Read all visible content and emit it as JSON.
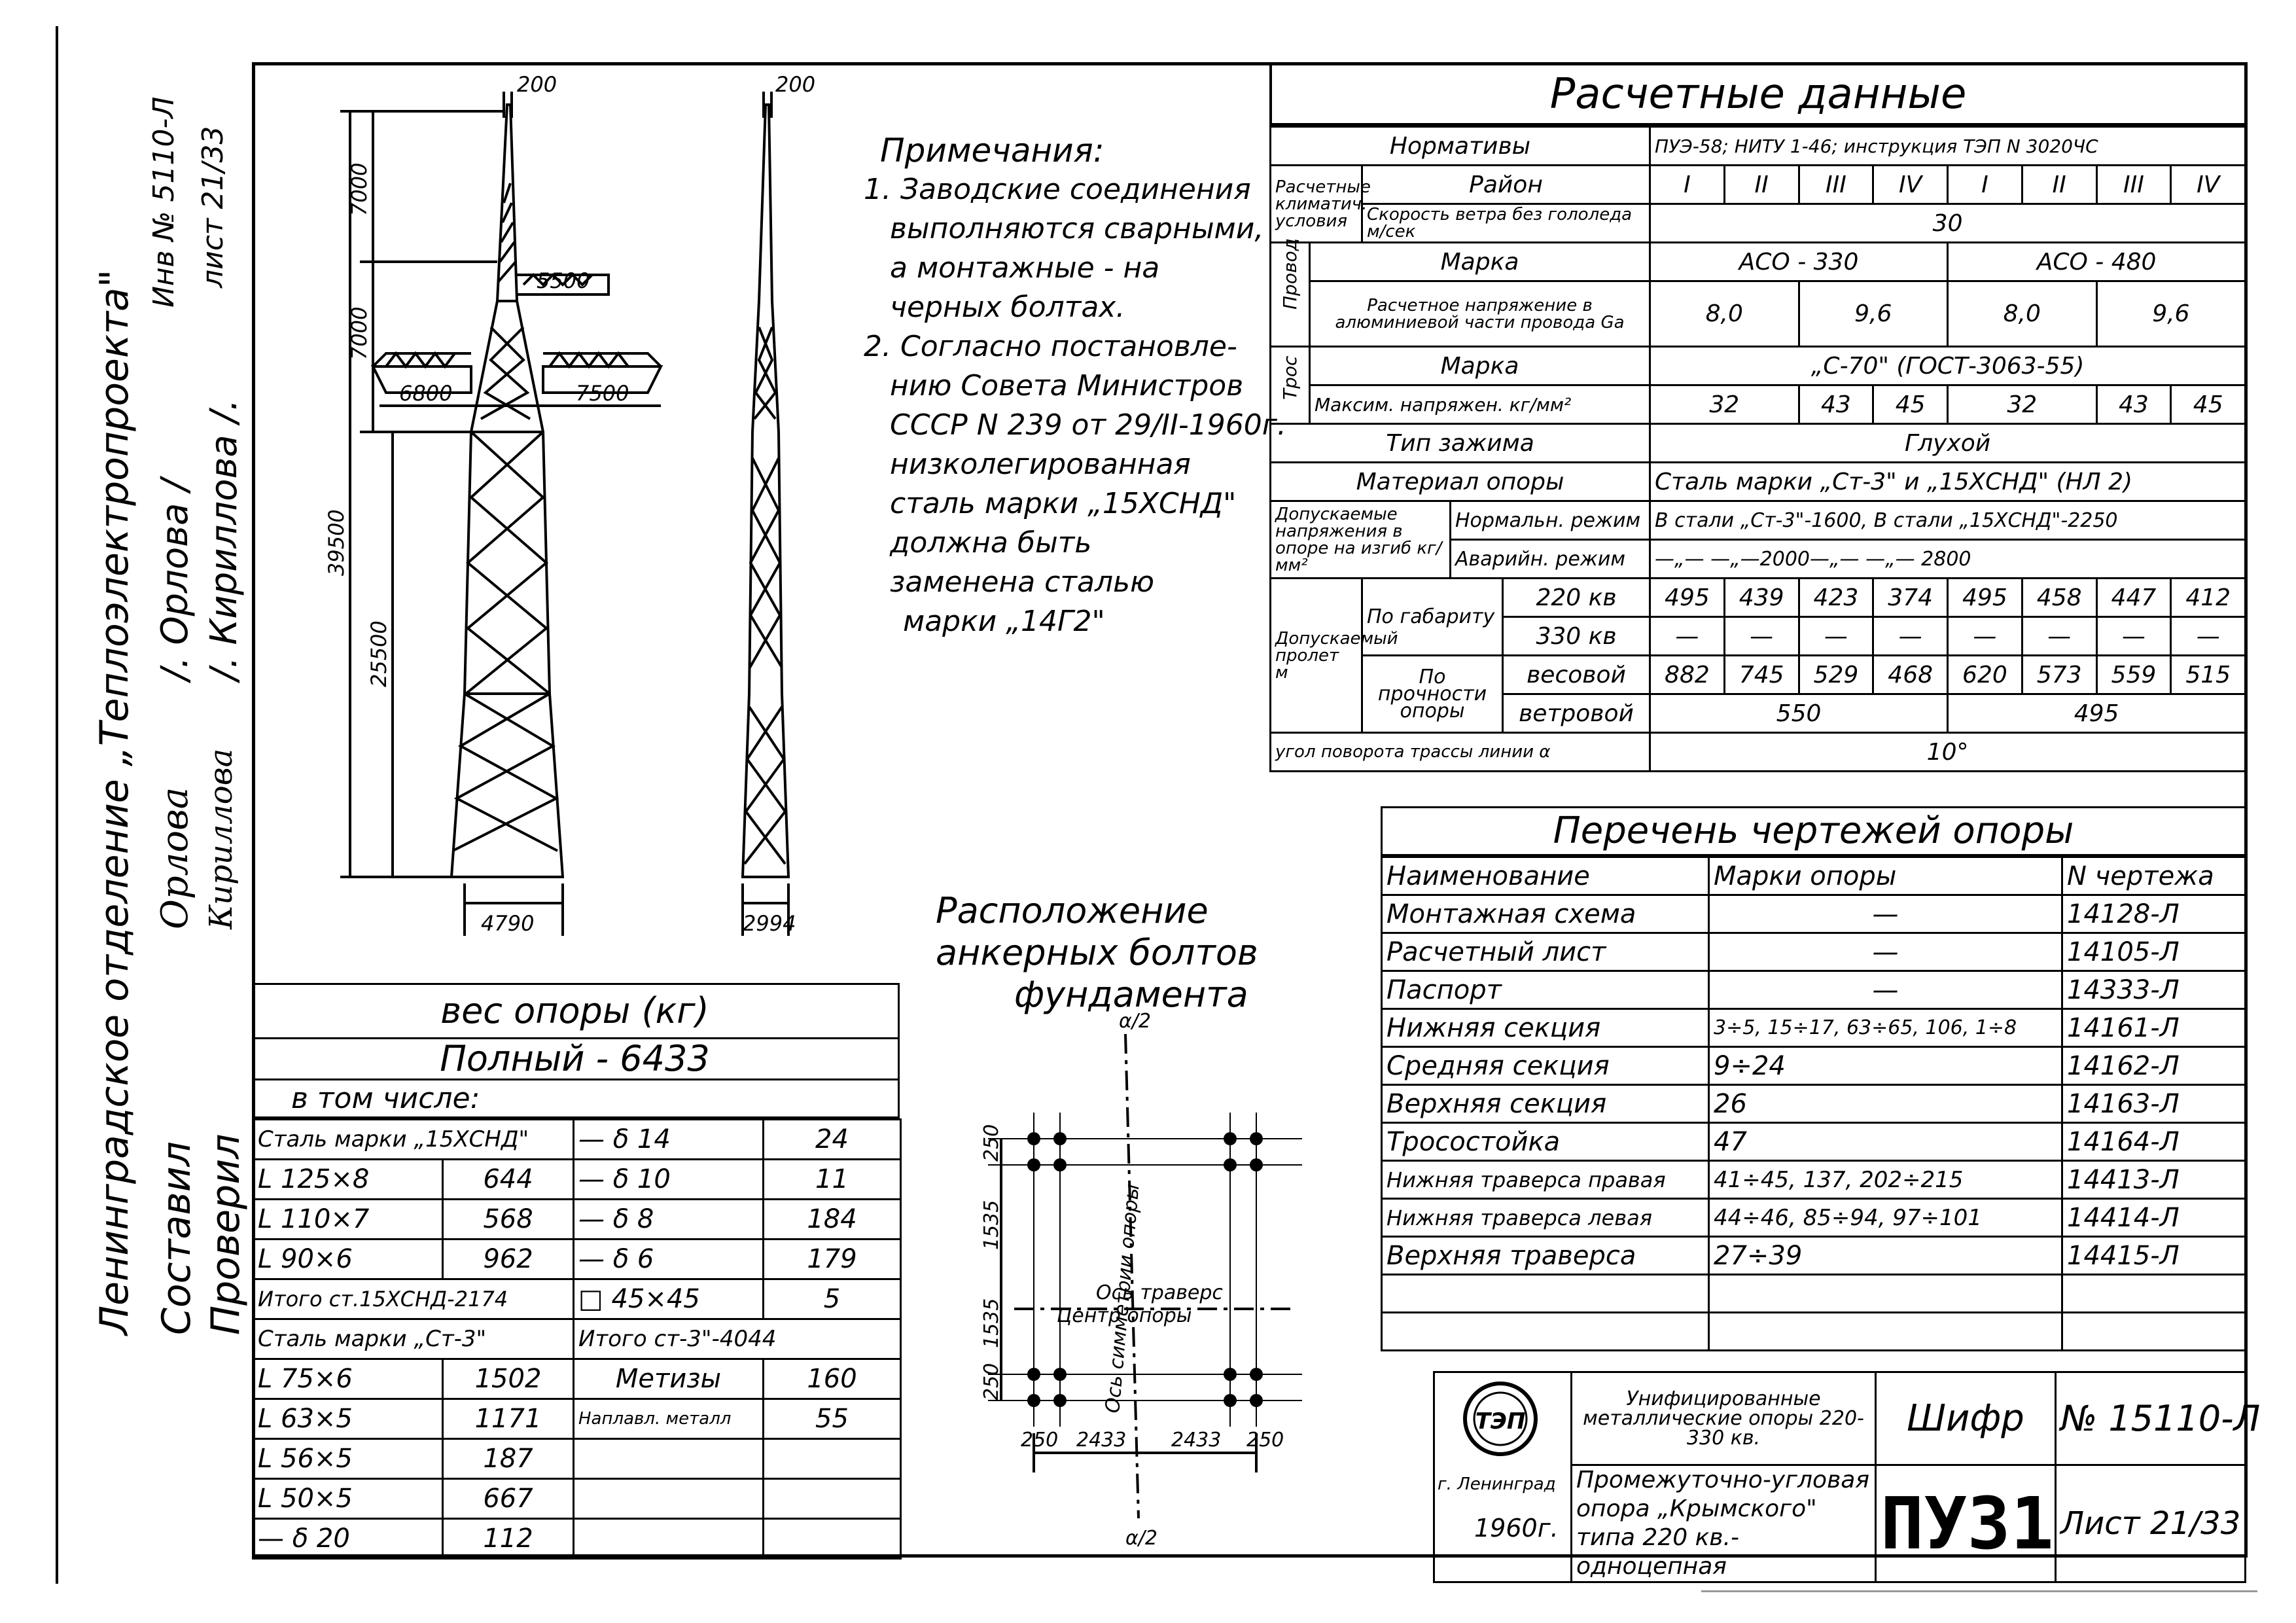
{
  "margin": {
    "line1": "Ленинградское отделение „Теплоэлектропроекта\"",
    "line2": "Составил",
    "line3": "Проверил",
    "sig1": "Орлова",
    "sig2": "Кириллова",
    "name1": "/. Орлова /",
    "name2": "/. Кириллова /.",
    "inv": "Инв № 5110-Л",
    "sheet": "лист 21/33"
  },
  "tower": {
    "top_width": "200",
    "h1": "7000",
    "h2": "7000",
    "h_total": "39500",
    "h_lower": "25500",
    "arm_upper": "5500",
    "arm_left": "6800",
    "arm_right": "7500",
    "base_front": "4790",
    "base_side": "2994",
    "top_width_side": "200"
  },
  "notes": {
    "title": "Примечания:",
    "lines": [
      "1. Заводские соединения",
      "выполняются сварными,",
      "а монтажные - на",
      "черных болтах.",
      "2. Согласно постановле-",
      "нию Совета Министров",
      "СССР N 239 от 29/II-1960г.",
      "низколегированная",
      "сталь марки „15ХСНД\"",
      "должна быть",
      "заменена сталью",
      "марки „14Г2\""
    ]
  },
  "calc": {
    "title": "Расчетные данные",
    "norm_label": "Нормативы",
    "norm_value": "ПУЭ-58; НИТУ 1-46; инструкция ТЭП N 3020ЧС",
    "clim_label": "Расчетные климатич. условия",
    "region_label": "Район",
    "regions": [
      "I",
      "II",
      "III",
      "IV",
      "I",
      "II",
      "III",
      "IV"
    ],
    "wind_label": "Скорость ветра без гололеда м/сек",
    "wind_value": "30",
    "wire_label": "Провод",
    "mark_label": "Марка",
    "wire_mark1": "АСО - 330",
    "wire_mark2": "АСО - 480",
    "stress_label": "Расчетное напряжение в алюминиевой части провода Ga",
    "stress_values": [
      "8,0",
      "9,6",
      "8,0",
      "9,6"
    ],
    "rope_label": "Трос",
    "rope_mark_label": "Марка",
    "rope_mark": "„С-70\" (ГОСТ-3063-55)",
    "rope_stress_label": "Максим. напряжен. кг/мм²",
    "rope_stress": [
      "32",
      "43",
      "45",
      "32",
      "43",
      "45"
    ],
    "clamp_label": "Тип зажима",
    "clamp_value": "Глухой",
    "material_label": "Материал опоры",
    "material_value": "Сталь марки „Ст-3\" и „15ХСНД\" (НЛ 2)",
    "allow_stress_label": "Допускаемые напряжения в опоре на изгиб кг/мм²",
    "normal_label": "Нормальн. режим",
    "normal_value": "В стали „Ст-3\"-1600, В стали „15ХСНД\"-2250",
    "emerg_label": "Аварийн. режим",
    "emerg_value": "—„— —„—2000—„— —„— 2800",
    "span_label": "Допускаемый пролет м",
    "by_size_label": "По габариту",
    "kv220_label": "220 кв",
    "kv220": [
      "495",
      "439",
      "423",
      "374",
      "495",
      "458",
      "447",
      "412"
    ],
    "kv330_label": "330 кв",
    "kv330": [
      "—",
      "—",
      "—",
      "—",
      "—",
      "—",
      "—",
      "—"
    ],
    "by_strength_label": "По прочности опоры",
    "weight_label": "весовой",
    "weight_vals": [
      "882",
      "745",
      "529",
      "468",
      "620",
      "573",
      "559",
      "515"
    ],
    "wind_span_label": "ветровой",
    "wind_span1": "550",
    "wind_span2": "495",
    "angle_label": "угол поворота трассы линии α",
    "angle_value": "10°"
  },
  "list": {
    "title": "Перечень чертежей опоры",
    "h_name": "Наименование",
    "h_marks": "Марки опоры",
    "h_num": "N чертежа",
    "rows": [
      {
        "name": "Монтажная схема",
        "marks": "—",
        "num": "14128-Л"
      },
      {
        "name": "Расчетный лист",
        "marks": "—",
        "num": "14105-Л"
      },
      {
        "name": "Паспорт",
        "marks": "—",
        "num": "14333-Л"
      },
      {
        "name": "Нижняя секция",
        "marks": "3÷5, 15÷17, 63÷65, 106, 1÷8",
        "num": "14161-Л"
      },
      {
        "name": "Средняя секция",
        "marks": "9÷24",
        "num": "14162-Л"
      },
      {
        "name": "Верхняя секция",
        "marks": "26",
        "num": "14163-Л"
      },
      {
        "name": "Тросостойка",
        "marks": "47",
        "num": "14164-Л"
      },
      {
        "name": "Нижняя траверса правая",
        "marks": "41÷45, 137, 202÷215",
        "num": "14413-Л"
      },
      {
        "name": "Нижняя траверса левая",
        "marks": "44÷46, 85÷94, 97÷101",
        "num": "14414-Л"
      },
      {
        "name": "Верхняя траверса",
        "marks": "27÷39",
        "num": "14415-Л"
      }
    ]
  },
  "anchor": {
    "title1": "Расположение",
    "title2": "анкерных болтов",
    "title3": "фундамента",
    "alpha_top": "α/2",
    "alpha_bot": "α/2",
    "axis_sym": "Ось симметрии опоры",
    "axis_trav": "Ось траверс",
    "center": "Центр опоры",
    "dims_v": [
      "250",
      "1535",
      "1535",
      "250"
    ],
    "dims_h": [
      "250",
      "2433",
      "2433",
      "250"
    ]
  },
  "weight": {
    "title": "вес опоры (кг)",
    "full": "Полный - 6433",
    "incl": "в том числе:",
    "steel1": "Сталь марки „15ХСНД\"",
    "rows1": [
      [
        "L 125×8",
        "644"
      ],
      [
        "L 110×7",
        "568"
      ],
      [
        "L 90×6",
        "962"
      ]
    ],
    "total1": "Итого ст.15ХСНД-2174",
    "steel2": "Сталь марки „Ст-3\"",
    "rows2": [
      [
        "L 75×6",
        "1502"
      ],
      [
        "L 63×5",
        "1171"
      ],
      [
        "L 56×5",
        "187"
      ],
      [
        "L 50×5",
        "667"
      ],
      [
        "— δ 20",
        "112"
      ]
    ],
    "right_rows": [
      [
        "— δ 14",
        "24"
      ],
      [
        "— δ 10",
        "11"
      ],
      [
        "— δ 8",
        "184"
      ],
      [
        "— δ 6",
        "179"
      ],
      [
        "□ 45×45",
        "5"
      ]
    ],
    "total2": "Итого ст-3\"-4044",
    "metiz": "Метизы",
    "metiz_v": "160",
    "weld": "Наплавл. металл",
    "weld_v": "55"
  },
  "stamp": {
    "city": "г. Ленинград",
    "year": "1960г.",
    "desc1": "Унифицированные металлические опоры 220-330 кв.",
    "desc2": "Промежуточно-угловая опора „Крымского\" типа 220 кв.-одноцепная",
    "cipher_label": "Шифр",
    "cipher": "ПУ31",
    "num": "№ 15110-Л",
    "sheet": "Лист 21/33",
    "logo": "ТЭП"
  }
}
